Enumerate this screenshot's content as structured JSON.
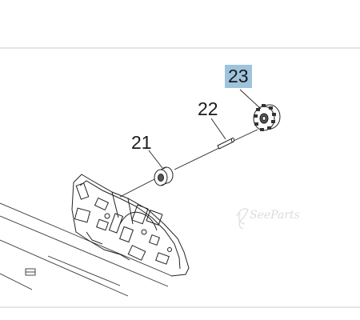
{
  "diagram": {
    "callouts": [
      {
        "id": "23",
        "label": "23",
        "highlighted": true
      },
      {
        "id": "22",
        "label": "22",
        "highlighted": false
      },
      {
        "id": "21",
        "label": "21",
        "highlighted": false
      }
    ],
    "watermark": {
      "text": "SeeParts",
      "logo": "stylized-leaf-logo"
    },
    "colors": {
      "highlight": "#9ec3dd",
      "line": "#222222",
      "frame_line": "#cccccc"
    }
  }
}
